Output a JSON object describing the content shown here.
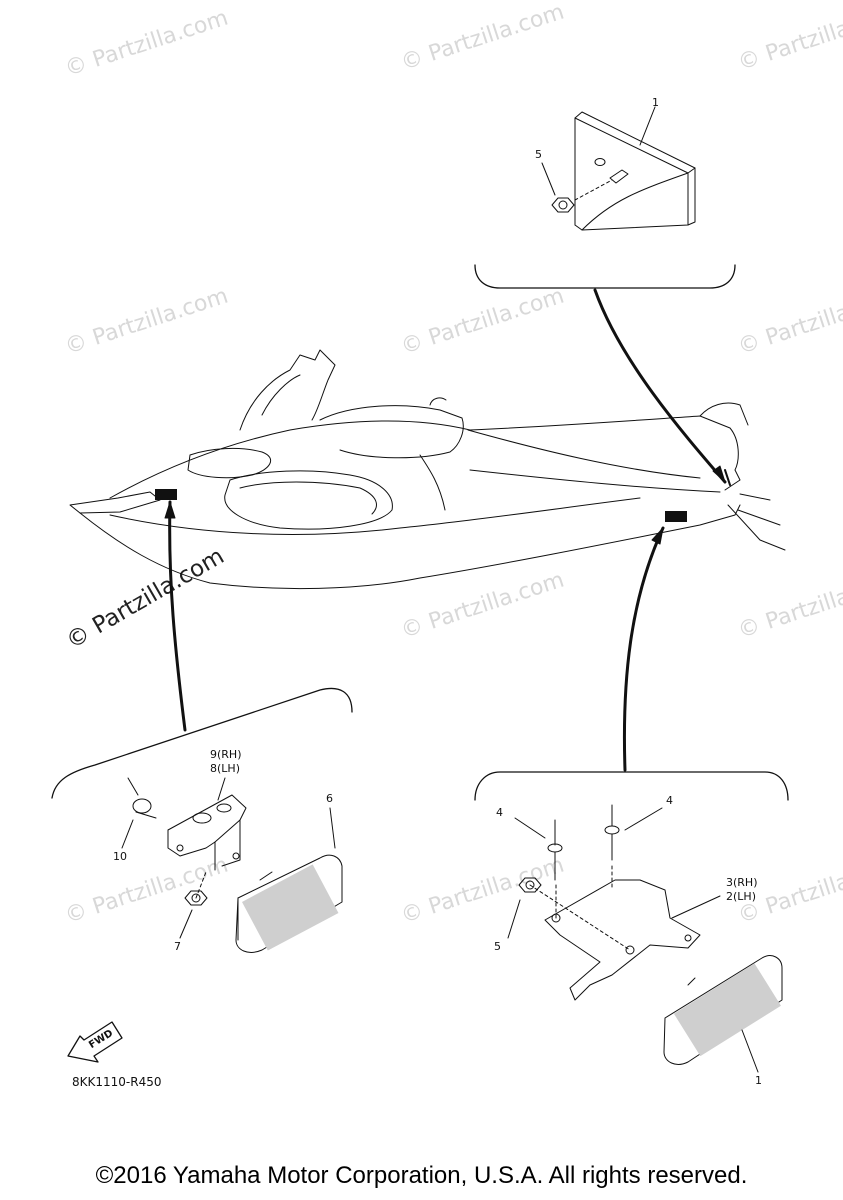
{
  "watermark": "© Partzilla.com",
  "callouts": {
    "n1_top": "1",
    "n5_top": "5",
    "n9": "9(RH)",
    "n8": "8(LH)",
    "n6": "6",
    "n10": "10",
    "n7": "7",
    "n4_left": "4",
    "n4_right": "4",
    "n3": "3(RH)",
    "n2": "2(LH)",
    "n5_right": "5",
    "n1_bottom": "1"
  },
  "fwd_label": "FWD",
  "diagram_code": "8KK1110-R450",
  "copyright": "©2016 Yamaha Motor Corporation, U.S.A. All rights reserved."
}
